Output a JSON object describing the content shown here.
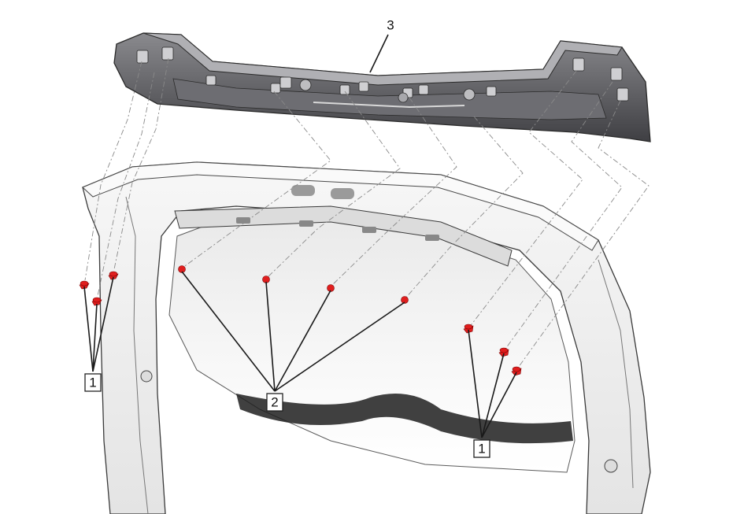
{
  "callouts": {
    "spoiler": "3",
    "fasteners_left": "1",
    "nuts": "2",
    "fasteners_right": "1"
  },
  "colors": {
    "fastener": "#e01e1e",
    "spoiler_body": "#5a5a5e",
    "liftgate": "#f0f0f0",
    "outline": "#3a3a3a"
  }
}
